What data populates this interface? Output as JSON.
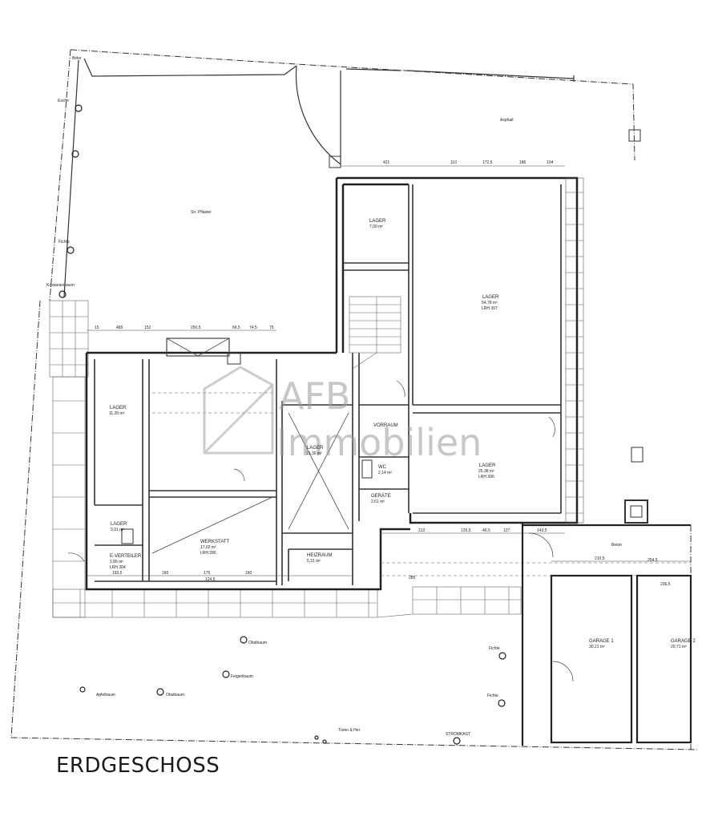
{
  "title": "ERDGESCHOSS",
  "watermark": {
    "line1": "AFB",
    "line2": "Immobilien"
  },
  "rooms": [
    {
      "name": "LAGER",
      "area": "11,20 m²"
    },
    {
      "name": "LAGER",
      "area": "7,00 m²"
    },
    {
      "name": "LAGER",
      "area": "54,78 m²",
      "extra": "LRH 397"
    },
    {
      "name": "LAGER",
      "area": "15,30 m²"
    },
    {
      "name": "LAGER",
      "area": "25,38 m²",
      "extra": "LRH 396"
    },
    {
      "name": "LAGER",
      "area": "3,91 m²"
    },
    {
      "name": "WERKSTATT",
      "area": "17,02 m²",
      "extra": "LRH 286"
    },
    {
      "name": "E-VERTEILER",
      "area": "2,86 m²",
      "extra": "LRH 304"
    },
    {
      "name": "HEIZRAUM",
      "area": "5,31 m²"
    },
    {
      "name": "VORRAUM",
      "area": ""
    },
    {
      "name": "WC",
      "area": "2,14 m²"
    },
    {
      "name": "GERÄTE",
      "area": "2,61 m²"
    },
    {
      "name": "GARAGE 1",
      "area": "30,21 m²"
    },
    {
      "name": "GARAGE 2",
      "area": "20,71 m²"
    }
  ],
  "labels": {
    "pflaster": "Sn. Pflaster",
    "asphalt": "Asphalt",
    "birke": "Birke",
    "fichte": "Fichte",
    "esche": "Esche",
    "kastanie": "Kastanienbaum",
    "obstbaum1": "Obstbaum",
    "obstbaum2": "Obstbaum",
    "apfelbaum": "Apfelbaum",
    "feigenbaum": "Feigenbaum",
    "fichte2": "Fichte",
    "fichte3": "Fichte",
    "stromkast": "STROMKAST",
    "beton": "Beton",
    "tuer": "Türen & Her"
  },
  "dimensions": {
    "top_row": [
      "421",
      "110",
      "172,5",
      "186",
      "104"
    ],
    "left_row": [
      "15",
      "465",
      "152",
      "250,5",
      "66,5",
      "74,5",
      "75"
    ],
    "garage_row": [
      "210,5",
      "254,5",
      "236,5"
    ],
    "mid_row": [
      "213",
      "126,5",
      "46,5",
      "127",
      "143,5"
    ],
    "bottom_row": [
      "193,5",
      "160",
      "175",
      "124,5",
      "160",
      "285"
    ]
  }
}
